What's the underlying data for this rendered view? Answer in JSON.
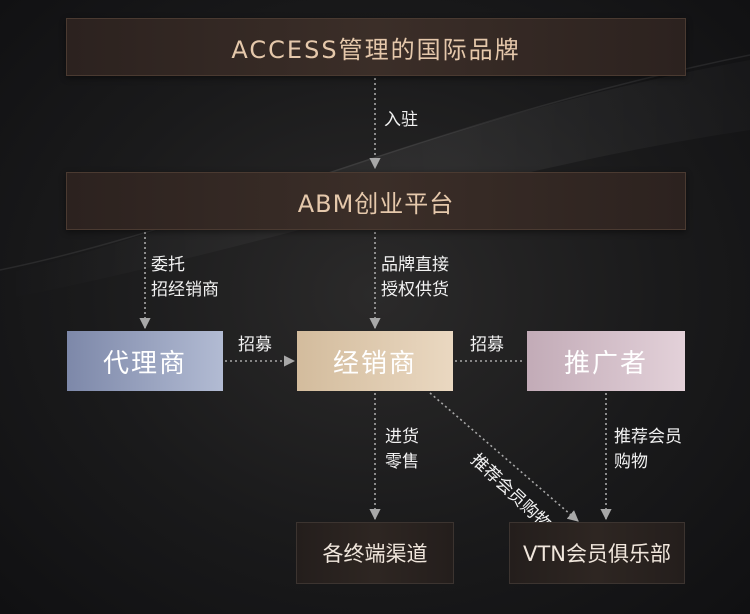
{
  "top_box": "ACCESS管理的国际品牌",
  "edge_enter": "入驻",
  "platform_box": "ABM创业平台",
  "edge_entrust": [
    "委托",
    "招经销商"
  ],
  "edge_authorize": [
    "品牌直接",
    "授权供货"
  ],
  "agent_box": "代理商",
  "edge_recruit_left": "招募",
  "dealer_box": "经销商",
  "edge_recruit_right": "招募",
  "promoter_box": "推广者",
  "edge_retail": [
    "进货",
    "零售"
  ],
  "edge_recommend_diag": "推荐会员购物",
  "edge_recommend": [
    "推荐会员",
    "购物"
  ],
  "channels_box": "各终端渠道",
  "vtn_box": "VTN会员俱乐部",
  "colors": {
    "background": "#1a1a1b",
    "bar_text": "#e5c8ab",
    "agent": "#9aa4c0",
    "dealer": "#e0cbb0",
    "promoter": "#d5c1cb",
    "arrow": "#a8a8a8"
  }
}
